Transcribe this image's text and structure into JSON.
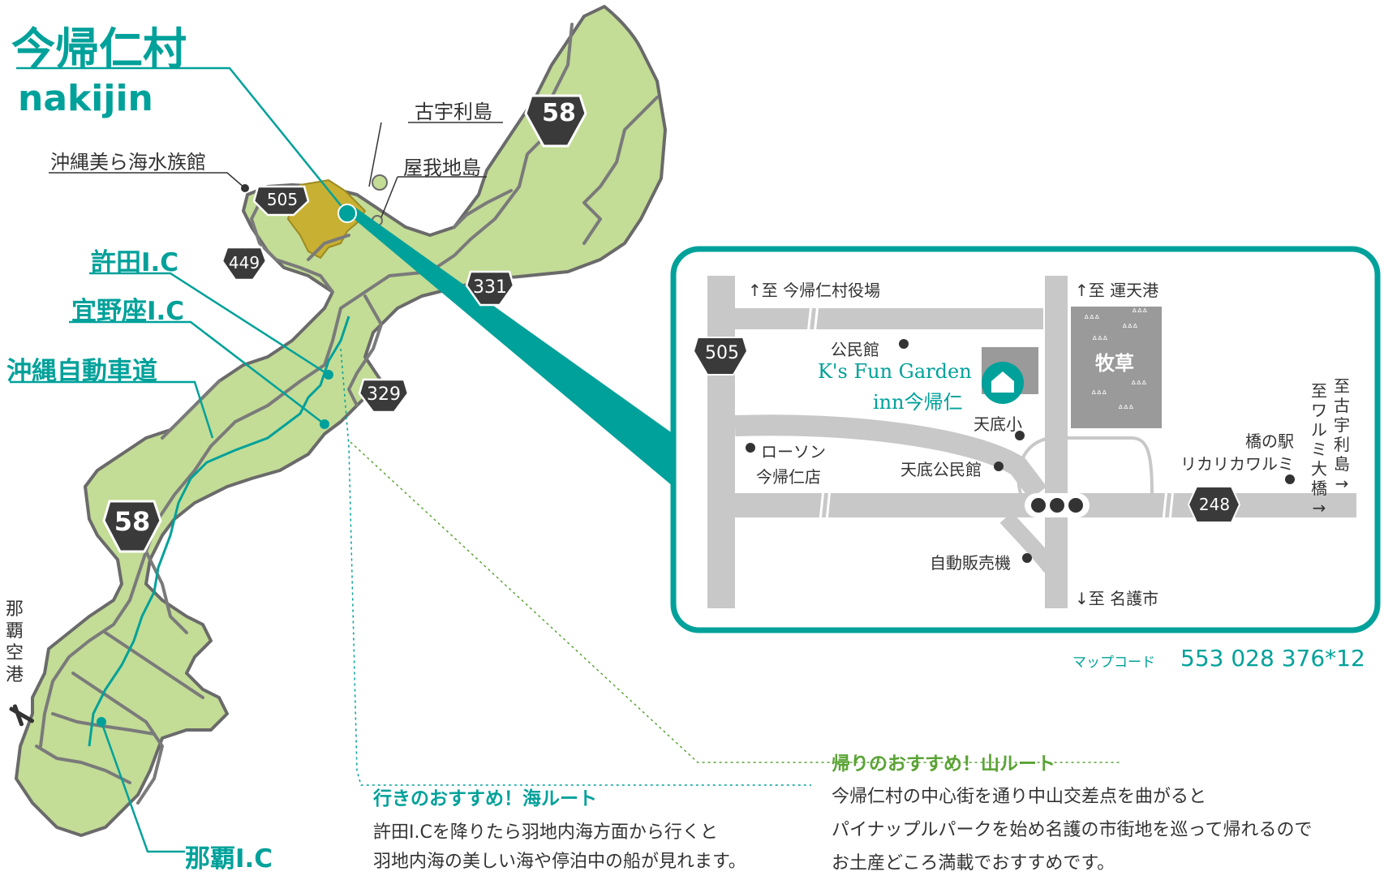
{
  "title": {
    "jp": "今帰仁村",
    "en": "nakijin"
  },
  "places": {
    "churaumi": "沖縄美ら海水族館",
    "kouri": "古宇利島",
    "yagaji": "屋我地島",
    "airport": "那覇空港"
  },
  "interchanges": {
    "kyoda": "許田I.C",
    "ginoza": "宜野座I.C",
    "expressway": "沖縄自動車道",
    "naha": "那覇I.C"
  },
  "main_routes": [
    "58",
    "505",
    "449",
    "331",
    "329",
    "58"
  ],
  "inset": {
    "to_village_office": "↑至 今帰仁村役場",
    "to_unten": "↑至 運天港",
    "to_nago": "↓至 名護市",
    "to_warumi_bridge": "至ワルミ大橋→",
    "to_kouri_island": "至古宇利島→",
    "route_505": "505",
    "route_248": "248",
    "community_hall": "公民館",
    "inn_name_1": "K's Fun Garden",
    "inn_name_2": "inn今帰仁",
    "pasture": "牧草",
    "school": "天底小",
    "lawson_1": "ローソン",
    "lawson_2": "今帰仁店",
    "ameshoko_hall": "天底公民館",
    "station_1": "橋の駅",
    "station_2": "リカリカワルミ",
    "vending": "自動販売機"
  },
  "mapcode": {
    "label": "マップコード",
    "value": "553 028 376*12"
  },
  "routes": {
    "sea": {
      "heading": "行きのおすすめ！海ルート",
      "line1": "許田I.Cを降りたら羽地内海方面から行くと",
      "line2": "羽地内海の美しい海や停泊中の船が見れます。"
    },
    "mountain": {
      "heading": "帰りのおすすめ！山ルート",
      "line1": "今帰仁村の中心街を通り中山交差点を曲がると",
      "line2": "パイナップルパークを始め名護の市街地を巡って帰れるので",
      "line3": "お土産どころ満載でおすすめです。"
    }
  },
  "colors": {
    "teal": "#00a19a",
    "land": "#c3dc96",
    "highlight": "#c8b032",
    "road": "#777777",
    "inset_road": "#c8c8c8",
    "pasture": "#9a9a9a",
    "green_text": "#5aa335"
  }
}
